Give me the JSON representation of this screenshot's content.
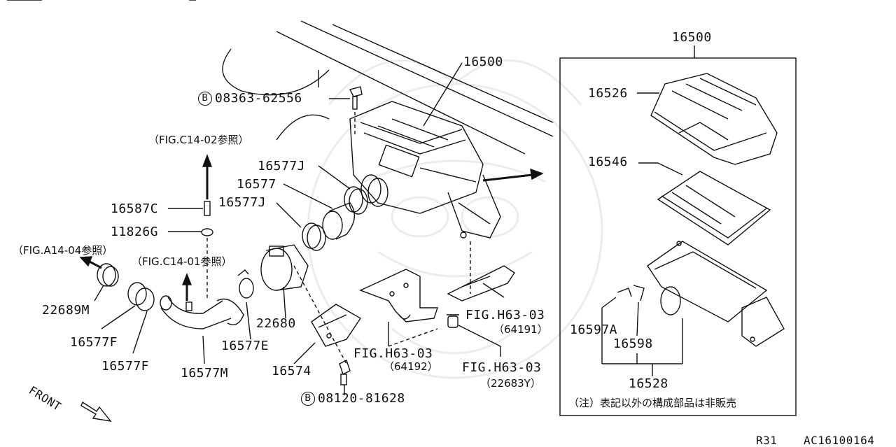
{
  "diagram": {
    "parts": {
      "top_16500": "16500",
      "box_16500": "16500",
      "p16526": "16526",
      "p16546": "16546",
      "p16577J_top": "16577J",
      "p16577": "16577",
      "p16577J_mid": "16577J",
      "p16587C": "16587C",
      "p11826G": "11826G",
      "p22689M": "22689M",
      "p16577F_a": "16577F",
      "p16577F_b": "16577F",
      "p16577M": "16577M",
      "p16577E": "16577E",
      "p22680": "22680",
      "p16574": "16574",
      "p16597A": "16597A",
      "p16598": "16598",
      "p16528": "16528"
    },
    "bolts": {
      "top": {
        "circle": "B",
        "code": "08363-62556"
      },
      "bottom": {
        "circle": "B",
        "code": "08120-81628"
      }
    },
    "refs": {
      "figC1402": "（FIG.C14-02参照）",
      "figA1404": "（FIG.A14-04参照）",
      "figC1401": "（FIG.C14-01参照）",
      "figH6303a_l1": "FIG.H63-03",
      "figH6303a_l2": "（64191）",
      "figH6303b_l1": "FIG.H63-03",
      "figH6303b_l2": "（64192）",
      "figH6303c_l1": "FIG.H63-03",
      "figH6303c_l2": "（22683Y）"
    },
    "front_label": "FRONT",
    "note": "（注）表記以外の構成部品は非販売",
    "footer": {
      "model": "R31",
      "code": "AC16100164"
    }
  }
}
